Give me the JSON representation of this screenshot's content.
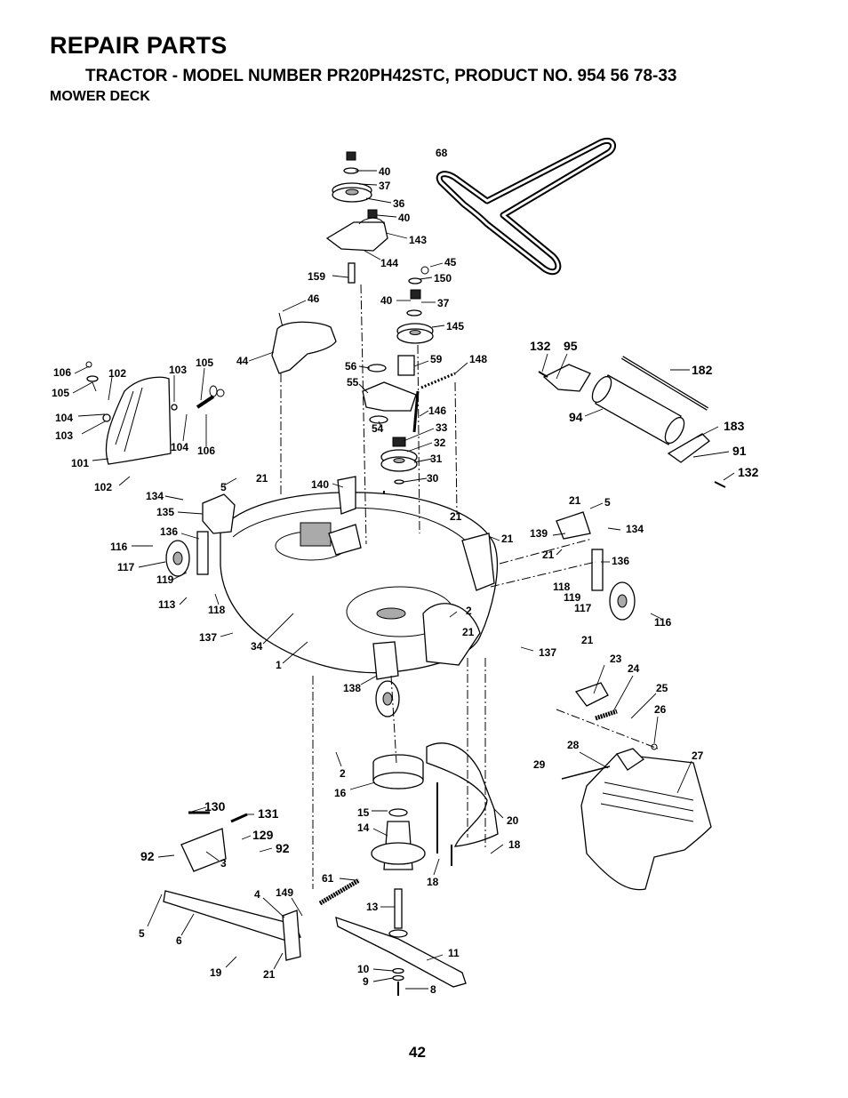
{
  "header": {
    "title": "REPAIR PARTS",
    "subtitle": "TRACTOR - MODEL NUMBER PR20PH42STC, PRODUCT NO. 954 56 78-33",
    "section": "MOWER DECK"
  },
  "page_number": "42",
  "callouts": [
    {
      "id": "c68",
      "text": "68"
    },
    {
      "id": "c40a",
      "text": "40"
    },
    {
      "id": "c37a",
      "text": "37"
    },
    {
      "id": "c36",
      "text": "36"
    },
    {
      "id": "c40b",
      "text": "40"
    },
    {
      "id": "c143",
      "text": "143"
    },
    {
      "id": "c144",
      "text": "144"
    },
    {
      "id": "c45",
      "text": "45"
    },
    {
      "id": "c150",
      "text": "150"
    },
    {
      "id": "c159",
      "text": "159"
    },
    {
      "id": "c46",
      "text": "46"
    },
    {
      "id": "c40c",
      "text": "40"
    },
    {
      "id": "c37b",
      "text": "37"
    },
    {
      "id": "c145",
      "text": "145"
    },
    {
      "id": "c132a",
      "text": "132"
    },
    {
      "id": "c95",
      "text": "95"
    },
    {
      "id": "c182",
      "text": "182"
    },
    {
      "id": "c106a",
      "text": "106"
    },
    {
      "id": "c102a",
      "text": "102"
    },
    {
      "id": "c103a",
      "text": "103"
    },
    {
      "id": "c105a",
      "text": "105"
    },
    {
      "id": "c44",
      "text": "44"
    },
    {
      "id": "c56",
      "text": "56"
    },
    {
      "id": "c59",
      "text": "59"
    },
    {
      "id": "c148",
      "text": "148"
    },
    {
      "id": "c105b",
      "text": "105"
    },
    {
      "id": "c55",
      "text": "55"
    },
    {
      "id": "c146",
      "text": "146"
    },
    {
      "id": "c94",
      "text": "94"
    },
    {
      "id": "c183",
      "text": "183"
    },
    {
      "id": "c104a",
      "text": "104"
    },
    {
      "id": "c54",
      "text": "54"
    },
    {
      "id": "c33",
      "text": "33"
    },
    {
      "id": "c103b",
      "text": "103"
    },
    {
      "id": "c32",
      "text": "32"
    },
    {
      "id": "c104b",
      "text": "104"
    },
    {
      "id": "c106b",
      "text": "106"
    },
    {
      "id": "c91",
      "text": "91"
    },
    {
      "id": "c101",
      "text": "101"
    },
    {
      "id": "c31",
      "text": "31"
    },
    {
      "id": "c132b",
      "text": "132"
    },
    {
      "id": "c102b",
      "text": "102"
    },
    {
      "id": "c30",
      "text": "30"
    },
    {
      "id": "c21a",
      "text": "21"
    },
    {
      "id": "c5a",
      "text": "5"
    },
    {
      "id": "c140",
      "text": "140"
    },
    {
      "id": "c134a",
      "text": "134"
    },
    {
      "id": "c21b",
      "text": "21"
    },
    {
      "id": "c5b",
      "text": "5"
    },
    {
      "id": "c135",
      "text": "135"
    },
    {
      "id": "c21c",
      "text": "21"
    },
    {
      "id": "c136a",
      "text": "136"
    },
    {
      "id": "c134b",
      "text": "134"
    },
    {
      "id": "c21d",
      "text": "21"
    },
    {
      "id": "c139",
      "text": "139"
    },
    {
      "id": "c116a",
      "text": "116"
    },
    {
      "id": "c21e",
      "text": "21"
    },
    {
      "id": "c117a",
      "text": "117"
    },
    {
      "id": "c136b",
      "text": "136"
    },
    {
      "id": "c119a",
      "text": "119"
    },
    {
      "id": "c118a",
      "text": "118"
    },
    {
      "id": "c119b",
      "text": "119"
    },
    {
      "id": "c117b",
      "text": "117"
    },
    {
      "id": "c113",
      "text": "113"
    },
    {
      "id": "c118b",
      "text": "118"
    },
    {
      "id": "c2a",
      "text": "2"
    },
    {
      "id": "c21f",
      "text": "21"
    },
    {
      "id": "c116b",
      "text": "116"
    },
    {
      "id": "c137a",
      "text": "137"
    },
    {
      "id": "c34",
      "text": "34"
    },
    {
      "id": "c137b",
      "text": "137"
    },
    {
      "id": "c21g",
      "text": "21"
    },
    {
      "id": "c1",
      "text": "1"
    },
    {
      "id": "c23",
      "text": "23"
    },
    {
      "id": "c24",
      "text": "24"
    },
    {
      "id": "c138",
      "text": "138"
    },
    {
      "id": "c25",
      "text": "25"
    },
    {
      "id": "c26",
      "text": "26"
    },
    {
      "id": "c28",
      "text": "28"
    },
    {
      "id": "c27",
      "text": "27"
    },
    {
      "id": "c2b",
      "text": "2"
    },
    {
      "id": "c29",
      "text": "29"
    },
    {
      "id": "c16",
      "text": "16"
    },
    {
      "id": "c130",
      "text": "130"
    },
    {
      "id": "c131",
      "text": "131"
    },
    {
      "id": "c15",
      "text": "15"
    },
    {
      "id": "c20",
      "text": "20"
    },
    {
      "id": "c14",
      "text": "14"
    },
    {
      "id": "c129",
      "text": "129"
    },
    {
      "id": "c92a",
      "text": "92"
    },
    {
      "id": "c18a",
      "text": "18"
    },
    {
      "id": "c92b",
      "text": "92"
    },
    {
      "id": "c3",
      "text": "3"
    },
    {
      "id": "c18b",
      "text": "18"
    },
    {
      "id": "c61",
      "text": "61"
    },
    {
      "id": "c4",
      "text": "4"
    },
    {
      "id": "c149",
      "text": "149"
    },
    {
      "id": "c13",
      "text": "13"
    },
    {
      "id": "c5c",
      "text": "5"
    },
    {
      "id": "c6",
      "text": "6"
    },
    {
      "id": "c11",
      "text": "11"
    },
    {
      "id": "c19",
      "text": "19"
    },
    {
      "id": "c21h",
      "text": "21"
    },
    {
      "id": "c10",
      "text": "10"
    },
    {
      "id": "c9",
      "text": "9"
    },
    {
      "id": "c8",
      "text": "8"
    }
  ]
}
